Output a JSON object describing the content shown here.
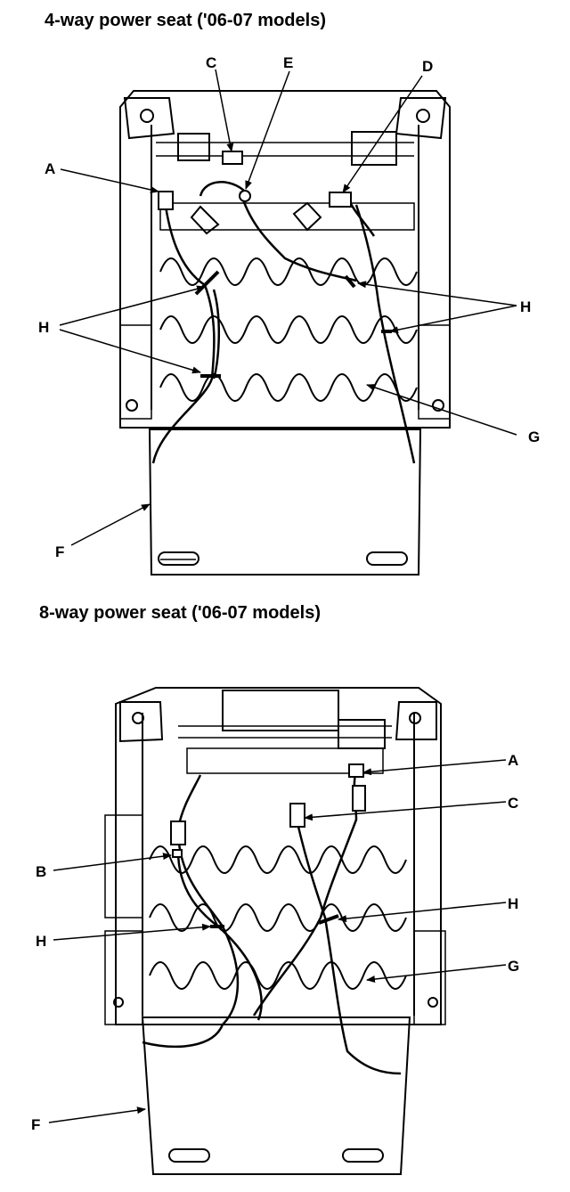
{
  "diagrams": [
    {
      "title": "4-way power seat ('06-07 models)",
      "callouts": {
        "A": "A",
        "C": "C",
        "D": "D",
        "E": "E",
        "F": "F",
        "G": "G",
        "H1": "H",
        "H2": "H"
      }
    },
    {
      "title": "8-way power seat ('06-07 models)",
      "callouts": {
        "A": "A",
        "B": "B",
        "C": "C",
        "F": "F",
        "G": "G",
        "H1": "H",
        "H2": "H"
      }
    }
  ],
  "colors": {
    "ink": "#000000",
    "paper": "#ffffff"
  }
}
